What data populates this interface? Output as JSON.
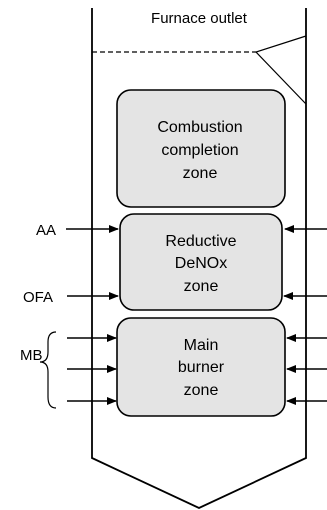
{
  "title": "Furnace outlet",
  "zones": [
    {
      "lines": [
        "Combustion",
        "completion",
        "zone"
      ]
    },
    {
      "lines": [
        "Reductive",
        "DeNOx",
        "zone"
      ]
    },
    {
      "lines": [
        "Main",
        "burner",
        "zone"
      ]
    }
  ],
  "inlets": {
    "aa": "AA",
    "ofa": "OFA",
    "mb": "MB"
  }
}
